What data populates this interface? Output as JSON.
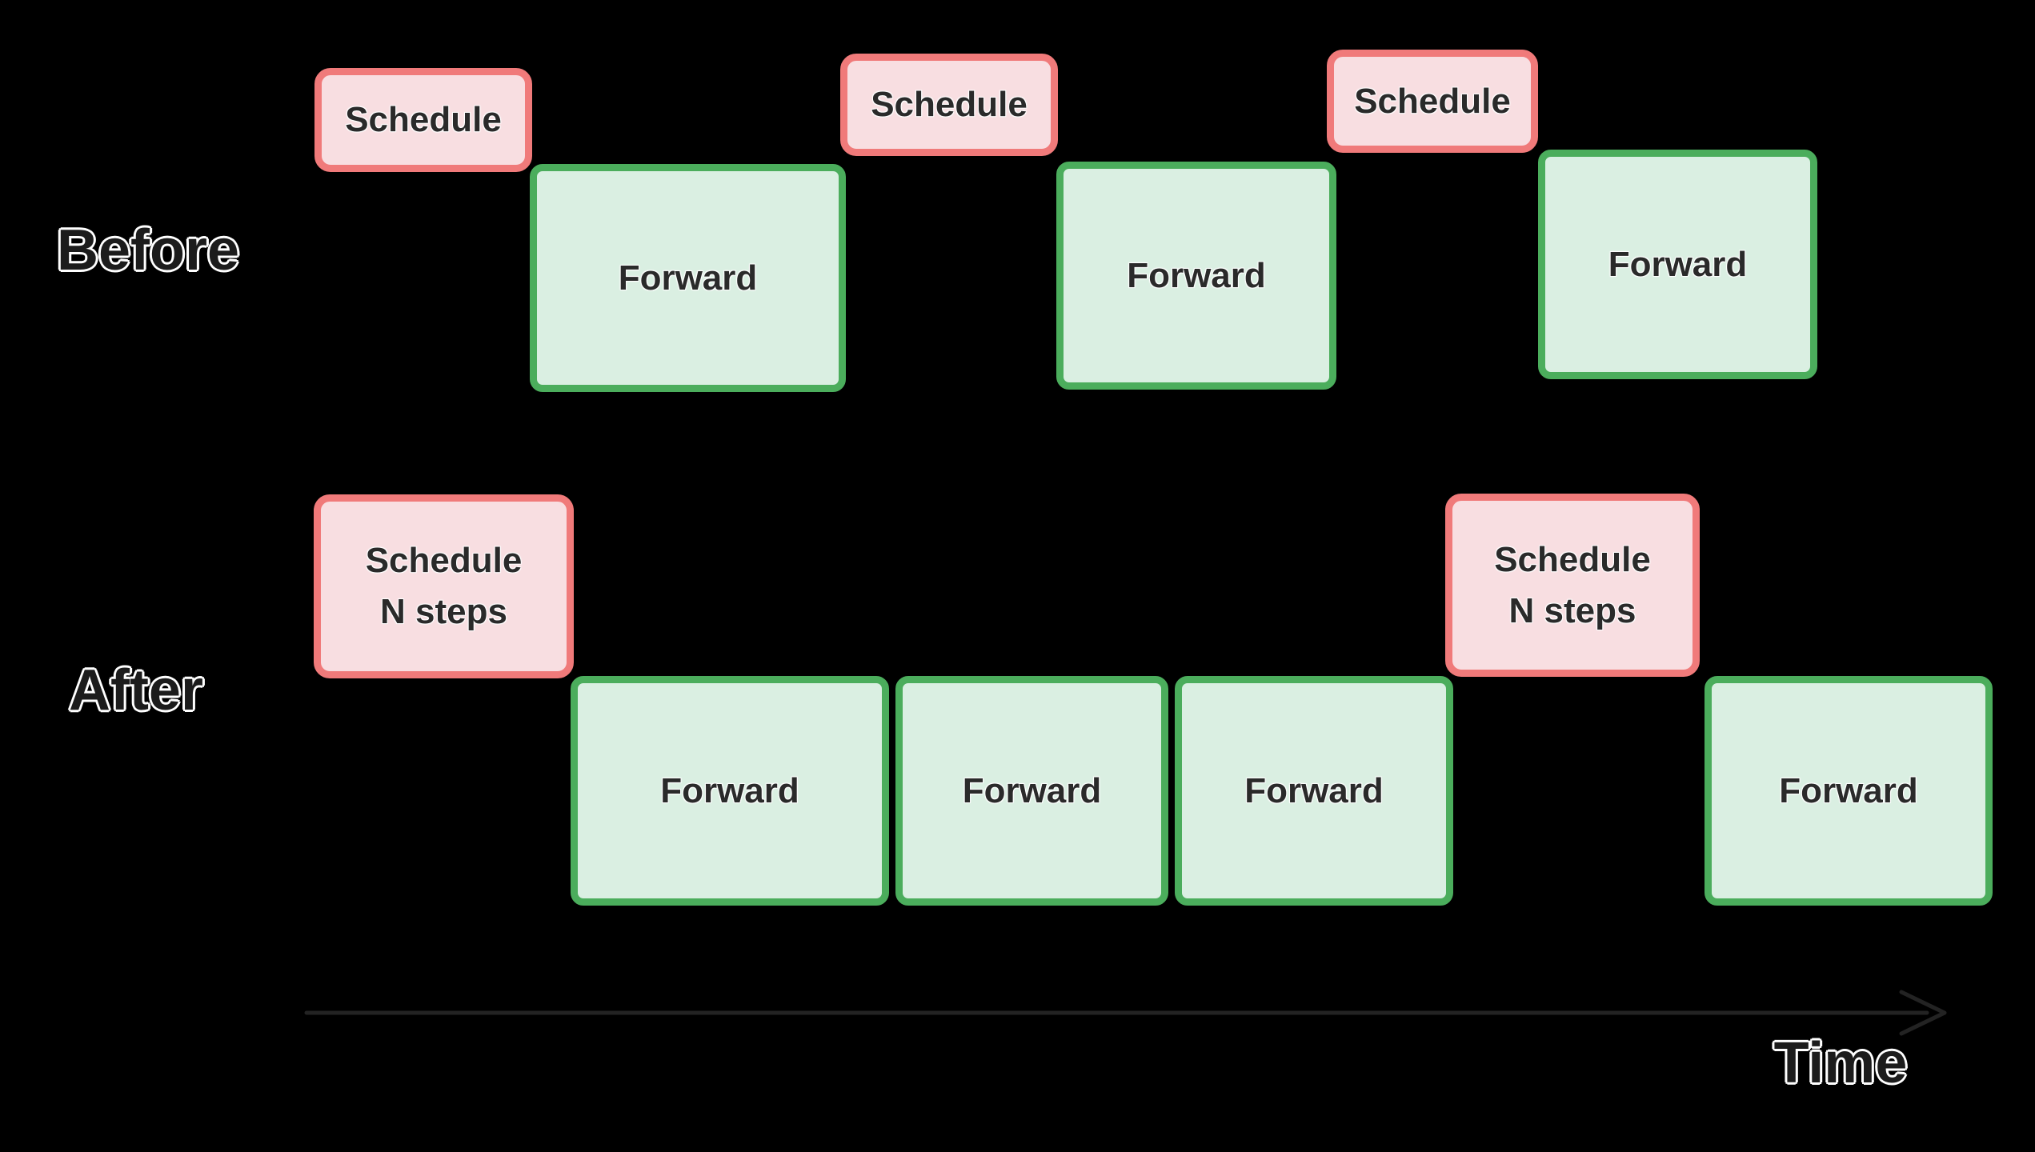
{
  "labels": {
    "before": "Before",
    "after": "After",
    "time": "Time"
  },
  "before_row": {
    "schedules": [
      "Schedule",
      "Schedule",
      "Schedule"
    ],
    "forwards": [
      "Forward",
      "Forward",
      "Forward"
    ]
  },
  "after_row": {
    "schedules": [
      {
        "line1": "Schedule",
        "line2": "N steps"
      },
      {
        "line1": "Schedule",
        "line2": "N steps"
      }
    ],
    "forwards": [
      "Forward",
      "Forward",
      "Forward",
      "Forward"
    ]
  },
  "colors": {
    "background": "#000000",
    "schedule_border": "#f07a7a",
    "schedule_fill": "#f8dee1",
    "forward_border": "#4bad5c",
    "forward_fill": "#daefe2",
    "box_text": "#2a2a2a",
    "outline_text": "#1c1c1c",
    "arrow": "#232323"
  }
}
